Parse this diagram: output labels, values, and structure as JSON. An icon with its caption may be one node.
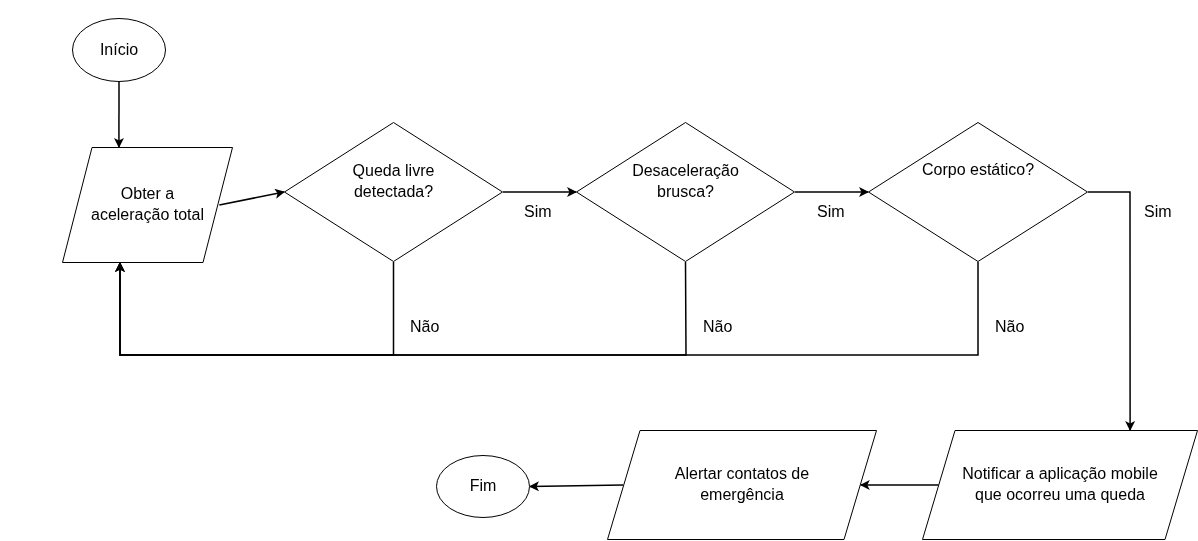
{
  "diagram": {
    "nodes": [
      {
        "text": [
          "Início"
        ]
      },
      {
        "text": [
          "Obter a aceleração total"
        ]
      },
      {
        "text": [
          "Queda livre detectada?"
        ]
      },
      {
        "text": [
          "Desaceleração brusca?"
        ]
      },
      {
        "text": [
          "Corpo estático?"
        ]
      },
      {
        "text": [
          "Notificar a aplicação mobile que ocorreu uma queda"
        ]
      },
      {
        "text": [
          "Alertar contatos de emergência"
        ]
      },
      {
        "text": [
          "Fim"
        ]
      }
    ],
    "edges": [
      {
        "from": 0,
        "to": 1,
        "arrow": "to"
      },
      {
        "from": 1,
        "to": 2,
        "arrow": "to"
      },
      {
        "from": 2,
        "to": 3,
        "arrow": "to",
        "label": "Sim"
      },
      {
        "from": 3,
        "to": 4,
        "arrow": "to",
        "label": "Sim"
      },
      {
        "from": 4,
        "to": 5,
        "arrow": "to",
        "label": "Sim"
      },
      {
        "from": 2,
        "to": 1,
        "arrow": "to",
        "label": "Não"
      },
      {
        "from": 3,
        "to": 1,
        "arrow": "to",
        "label": "Não"
      },
      {
        "from": 4,
        "to": 1,
        "arrow": "to",
        "label": "Não"
      },
      {
        "from": 5,
        "to": 6,
        "arrow": "to"
      },
      {
        "from": 6,
        "to": 7,
        "arrow": "to"
      }
    ]
  }
}
